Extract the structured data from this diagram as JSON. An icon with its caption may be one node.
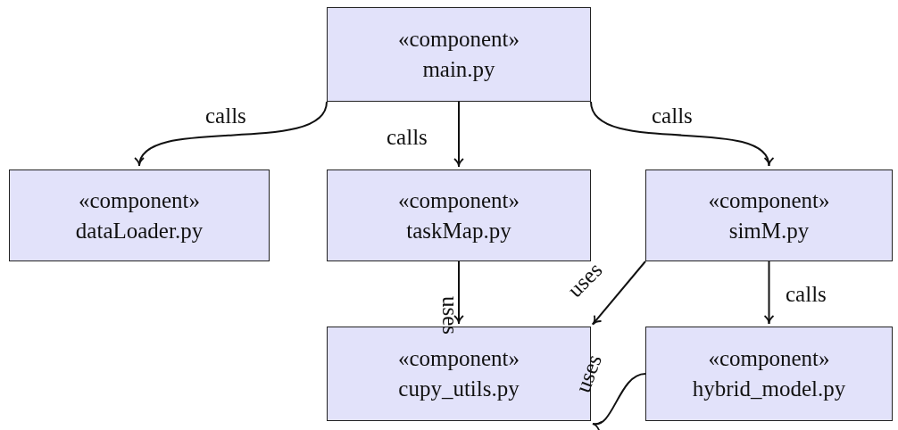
{
  "diagram": {
    "nodes": [
      {
        "text": [
          "«component»",
          "main.py"
        ]
      },
      {
        "text": [
          "«component»",
          "dataLoader.py"
        ]
      },
      {
        "text": [
          "«component»",
          "taskMap.py"
        ]
      },
      {
        "text": [
          "«component»",
          "simM.py"
        ]
      },
      {
        "text": [
          "«component»",
          "cupy_utils.py"
        ]
      },
      {
        "text": [
          "«component»",
          "hybrid_model.py"
        ]
      }
    ],
    "edges": [
      {
        "from": 0,
        "to": 1,
        "arrow": "to",
        "label": "calls"
      },
      {
        "from": 0,
        "to": 2,
        "arrow": "to",
        "label": "calls"
      },
      {
        "from": 0,
        "to": 3,
        "arrow": "to",
        "label": "calls"
      },
      {
        "from": 2,
        "to": 4,
        "arrow": "to",
        "label": "uses"
      },
      {
        "from": 3,
        "to": 4,
        "arrow": "to",
        "label": "uses"
      },
      {
        "from": 3,
        "to": 5,
        "arrow": "to",
        "label": "calls"
      },
      {
        "from": 5,
        "to": 4,
        "arrow": "to",
        "label": "uses"
      }
    ]
  }
}
